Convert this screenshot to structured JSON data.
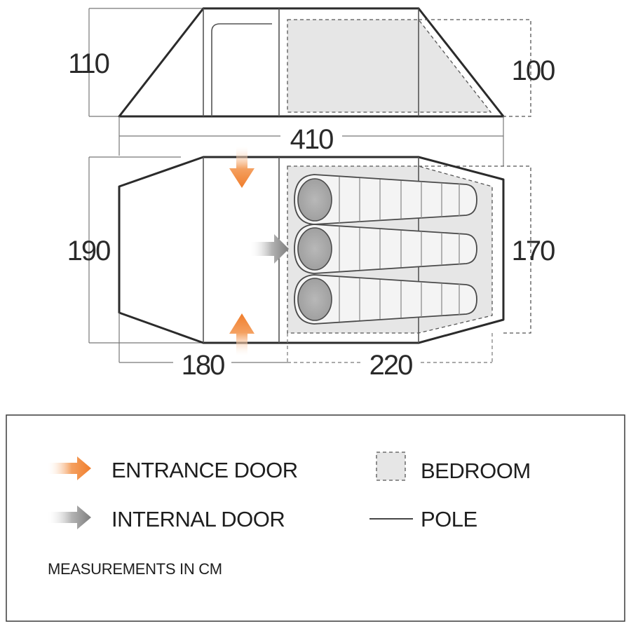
{
  "dimensions": {
    "side_height_front": "110",
    "side_height_rear": "100",
    "total_length": "410",
    "width_front": "190",
    "width_rear": "170",
    "porch_length": "180",
    "bedroom_length": "220"
  },
  "legend": {
    "entrance_door": "ENTRANCE DOOR",
    "internal_door": "INTERNAL DOOR",
    "bedroom": "BEDROOM",
    "pole": "POLE",
    "note": "MEASUREMENTS IN CM"
  },
  "colors": {
    "entrance_arrow": "#f07d2b",
    "internal_arrow": "#8a8a8a",
    "outline": "#2b2b2b",
    "bedroom_fill": "#e6e6e6",
    "sleeping_bag": "#c4c4c4"
  }
}
